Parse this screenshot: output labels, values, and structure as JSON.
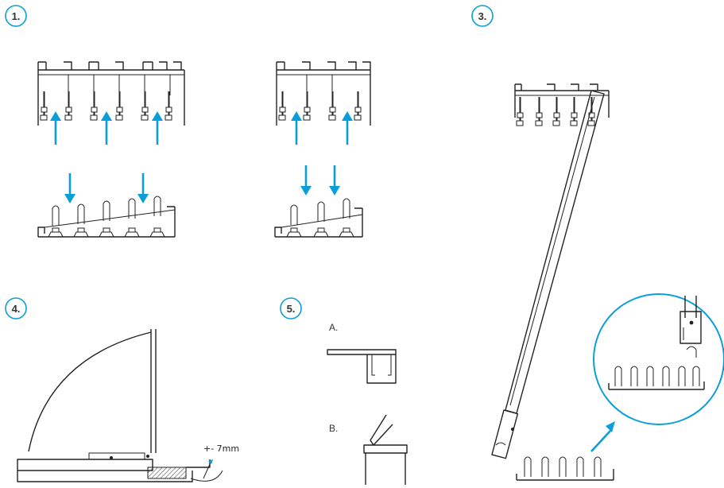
{
  "steps": [
    {
      "badge": "1."
    },
    {
      "badge": "3."
    },
    {
      "badge": "4."
    },
    {
      "badge": "5."
    }
  ],
  "step4": {
    "measurement": "+-  7mm"
  },
  "step5": {
    "option_a": "A.",
    "option_b": "B."
  },
  "colors": {
    "accent": "#0a9fd8",
    "line": "#222222"
  }
}
